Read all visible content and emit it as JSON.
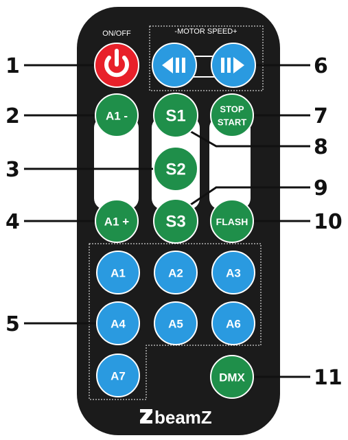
{
  "header": {
    "on_off": "ON/OFF",
    "motor_speed": "-MOTOR SPEED+"
  },
  "buttons": {
    "power": "⏻",
    "a1_minus": "A1 -",
    "a1_plus": "A1 +",
    "s1": "S1",
    "s2": "S2",
    "s3": "S3",
    "stop": "STOP",
    "start": "START",
    "flash": "FLASH",
    "a1": "A1",
    "a2": "A2",
    "a3": "A3",
    "a4": "A4",
    "a5": "A5",
    "a6": "A6",
    "a7": "A7",
    "dmx": "DMX"
  },
  "callouts": [
    "1",
    "2",
    "3",
    "4",
    "5",
    "6",
    "7",
    "8",
    "9",
    "10",
    "11"
  ],
  "brand": "beamZ",
  "colors": {
    "body": "#1b1b1b",
    "power_red": "#e8202a",
    "green": "#1f8f4a",
    "blue": "#2a9ae0",
    "white": "#ffffff"
  }
}
